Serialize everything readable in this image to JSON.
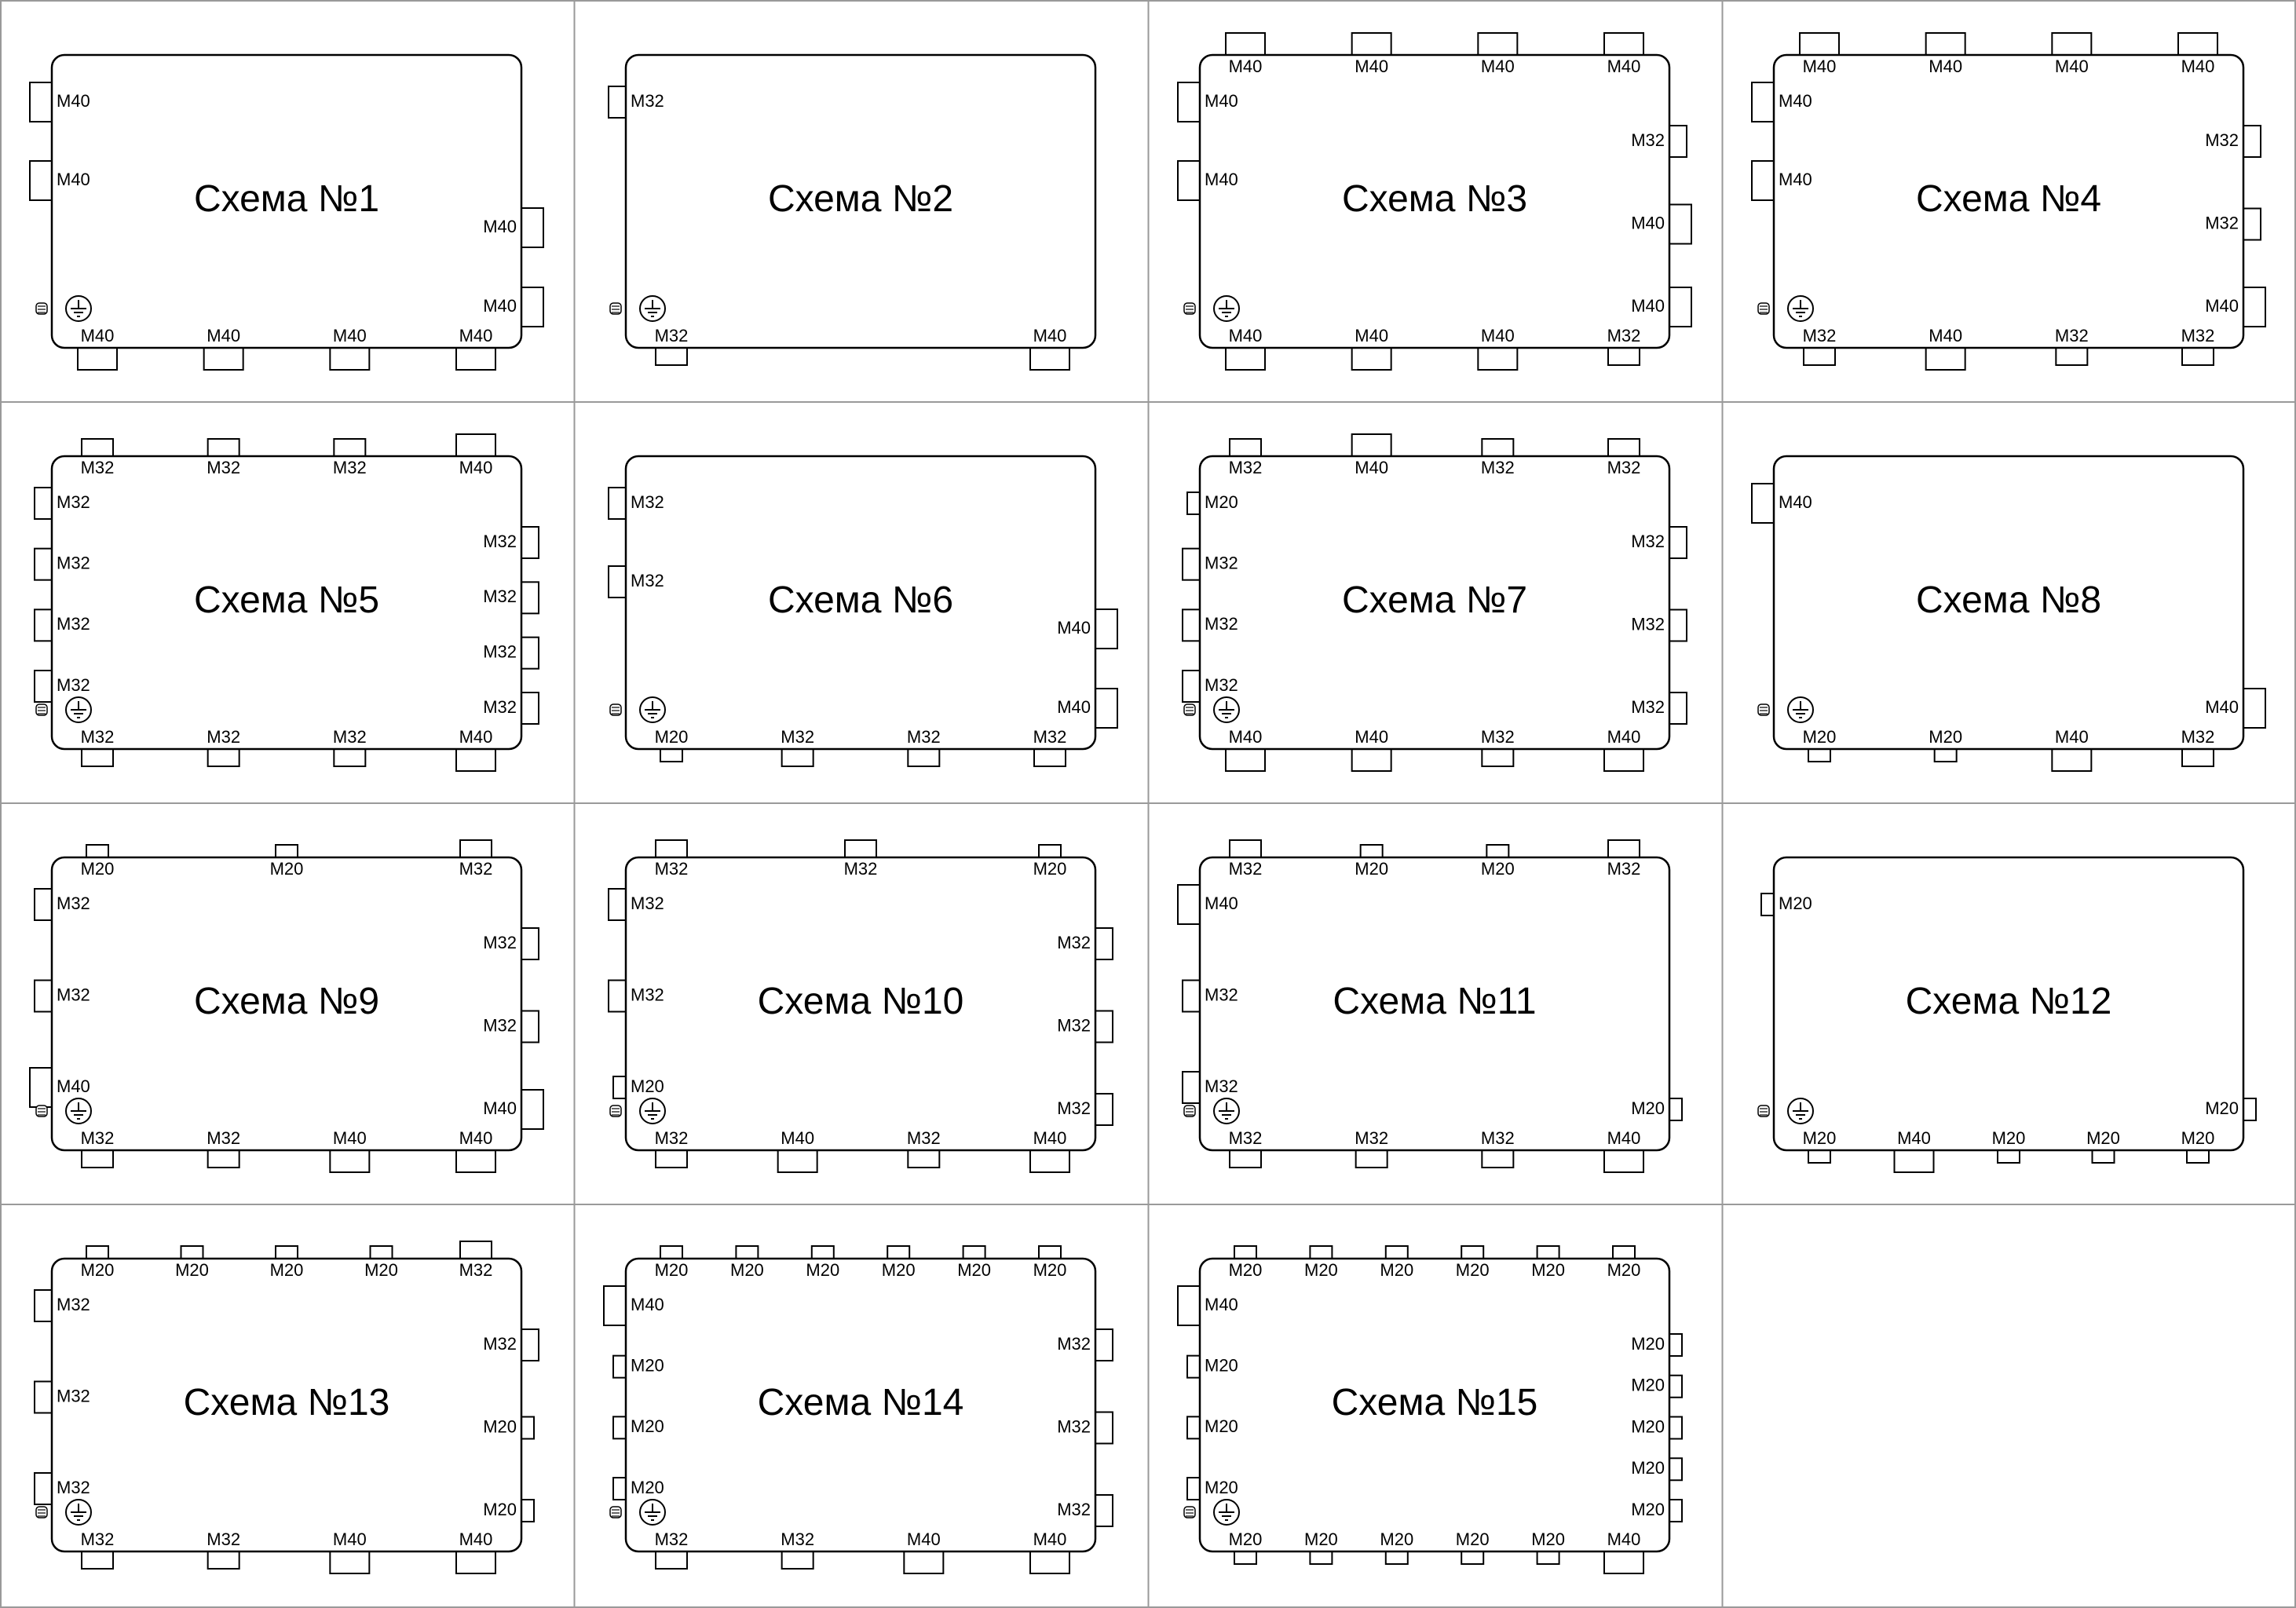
{
  "colors": {
    "background": "#ffffff",
    "grid_line": "#9a9a9a",
    "stroke": "#000000"
  },
  "icons": {
    "ground": "ground-symbol-icon",
    "screw": "screw-terminal-icon"
  },
  "schemes": [
    {
      "title": "Схема №1",
      "ground": true,
      "top": [],
      "left": [
        "M40",
        "M40"
      ],
      "right": [
        "M40",
        "M40"
      ],
      "bottom": [
        "M40",
        "M40",
        "M40",
        "M40"
      ]
    },
    {
      "title": "Схема №2",
      "ground": true,
      "top": [],
      "left": [
        "M32"
      ],
      "right": [],
      "bottom": [
        "M32",
        "M40"
      ]
    },
    {
      "title": "Схема №3",
      "ground": true,
      "top": [
        "M40",
        "M40",
        "M40",
        "M40"
      ],
      "left": [
        "M40",
        "M40"
      ],
      "right": [
        "M32",
        "M40",
        "M40"
      ],
      "bottom": [
        "M40",
        "M40",
        "M40",
        "M32"
      ]
    },
    {
      "title": "Схема №4",
      "ground": true,
      "top": [
        "M40",
        "M40",
        "M40",
        "M40"
      ],
      "left": [
        "M40",
        "M40"
      ],
      "right": [
        "M32",
        "M32",
        "M40"
      ],
      "bottom": [
        "M32",
        "M40",
        "M32",
        "M32"
      ]
    },
    {
      "title": "Схема №5",
      "ground": true,
      "top": [
        "M32",
        "M32",
        "M32",
        "M40"
      ],
      "left": [
        "M32",
        "M32",
        "M32",
        "M32"
      ],
      "right": [
        "M32",
        "M32",
        "M32",
        "M32"
      ],
      "bottom": [
        "M32",
        "M32",
        "M32",
        "M40"
      ]
    },
    {
      "title": "Схема №6",
      "ground": true,
      "top": [],
      "left": [
        "M32",
        "M32"
      ],
      "right": [
        "M40",
        "M40"
      ],
      "bottom": [
        "M20",
        "M32",
        "M32",
        "M32"
      ]
    },
    {
      "title": "Схема №7",
      "ground": true,
      "top": [
        "M32",
        "M40",
        "M32",
        "M32"
      ],
      "left": [
        "M20",
        "M32",
        "M32",
        "M32"
      ],
      "right": [
        "M32",
        "M32",
        "M32"
      ],
      "bottom": [
        "M40",
        "M40",
        "M32",
        "M40"
      ]
    },
    {
      "title": "Схема №8",
      "ground": true,
      "top": [],
      "left": [
        "M40"
      ],
      "right": [
        "M40"
      ],
      "bottom": [
        "M20",
        "M20",
        "M40",
        "M32"
      ]
    },
    {
      "title": "Схема №9",
      "ground": true,
      "top": [
        "M20",
        "M20",
        "M32"
      ],
      "left": [
        "M32",
        "M32",
        "M40"
      ],
      "right": [
        "M32",
        "M32",
        "M40"
      ],
      "bottom": [
        "M32",
        "M32",
        "M40",
        "M40"
      ]
    },
    {
      "title": "Схема №10",
      "ground": true,
      "top": [
        "M32",
        "M32",
        "M20"
      ],
      "left": [
        "M32",
        "M32",
        "M20"
      ],
      "right": [
        "M32",
        "M32",
        "M32"
      ],
      "bottom": [
        "M32",
        "M40",
        "M32",
        "M40"
      ]
    },
    {
      "title": "Схема №11",
      "ground": true,
      "top": [
        "M32",
        "M20",
        "M20",
        "M32"
      ],
      "left": [
        "M40",
        "M32",
        "M32"
      ],
      "right": [
        "M20"
      ],
      "bottom": [
        "M32",
        "M32",
        "M32",
        "M40"
      ]
    },
    {
      "title": "Схема №12",
      "ground": true,
      "top": [],
      "left": [
        "M20"
      ],
      "right": [
        "M20"
      ],
      "bottom": [
        "M20",
        "M40",
        "M20",
        "M20",
        "M20"
      ]
    },
    {
      "title": "Схема №13",
      "ground": true,
      "top": [
        "M20",
        "M20",
        "M20",
        "M20",
        "M32"
      ],
      "left": [
        "M32",
        "M32",
        "M32"
      ],
      "right": [
        "M32",
        "M20",
        "M20"
      ],
      "bottom": [
        "M32",
        "M32",
        "M40",
        "M40"
      ]
    },
    {
      "title": "Схема №14",
      "ground": true,
      "top": [
        "M20",
        "M20",
        "M20",
        "M20",
        "M20",
        "M20"
      ],
      "left": [
        "M40",
        "M20",
        "M20",
        "M20"
      ],
      "right": [
        "M32",
        "M32",
        "M32"
      ],
      "bottom": [
        "M32",
        "M32",
        "M40",
        "M40"
      ]
    },
    {
      "title": "Схема №15",
      "ground": true,
      "top": [
        "M20",
        "M20",
        "M20",
        "M20",
        "M20",
        "M20"
      ],
      "left": [
        "M40",
        "M20",
        "M20",
        "M20"
      ],
      "right": [
        "M20",
        "M20",
        "M20",
        "M20",
        "M20"
      ],
      "bottom": [
        "M20",
        "M20",
        "M20",
        "M20",
        "M20",
        "M40"
      ]
    }
  ]
}
